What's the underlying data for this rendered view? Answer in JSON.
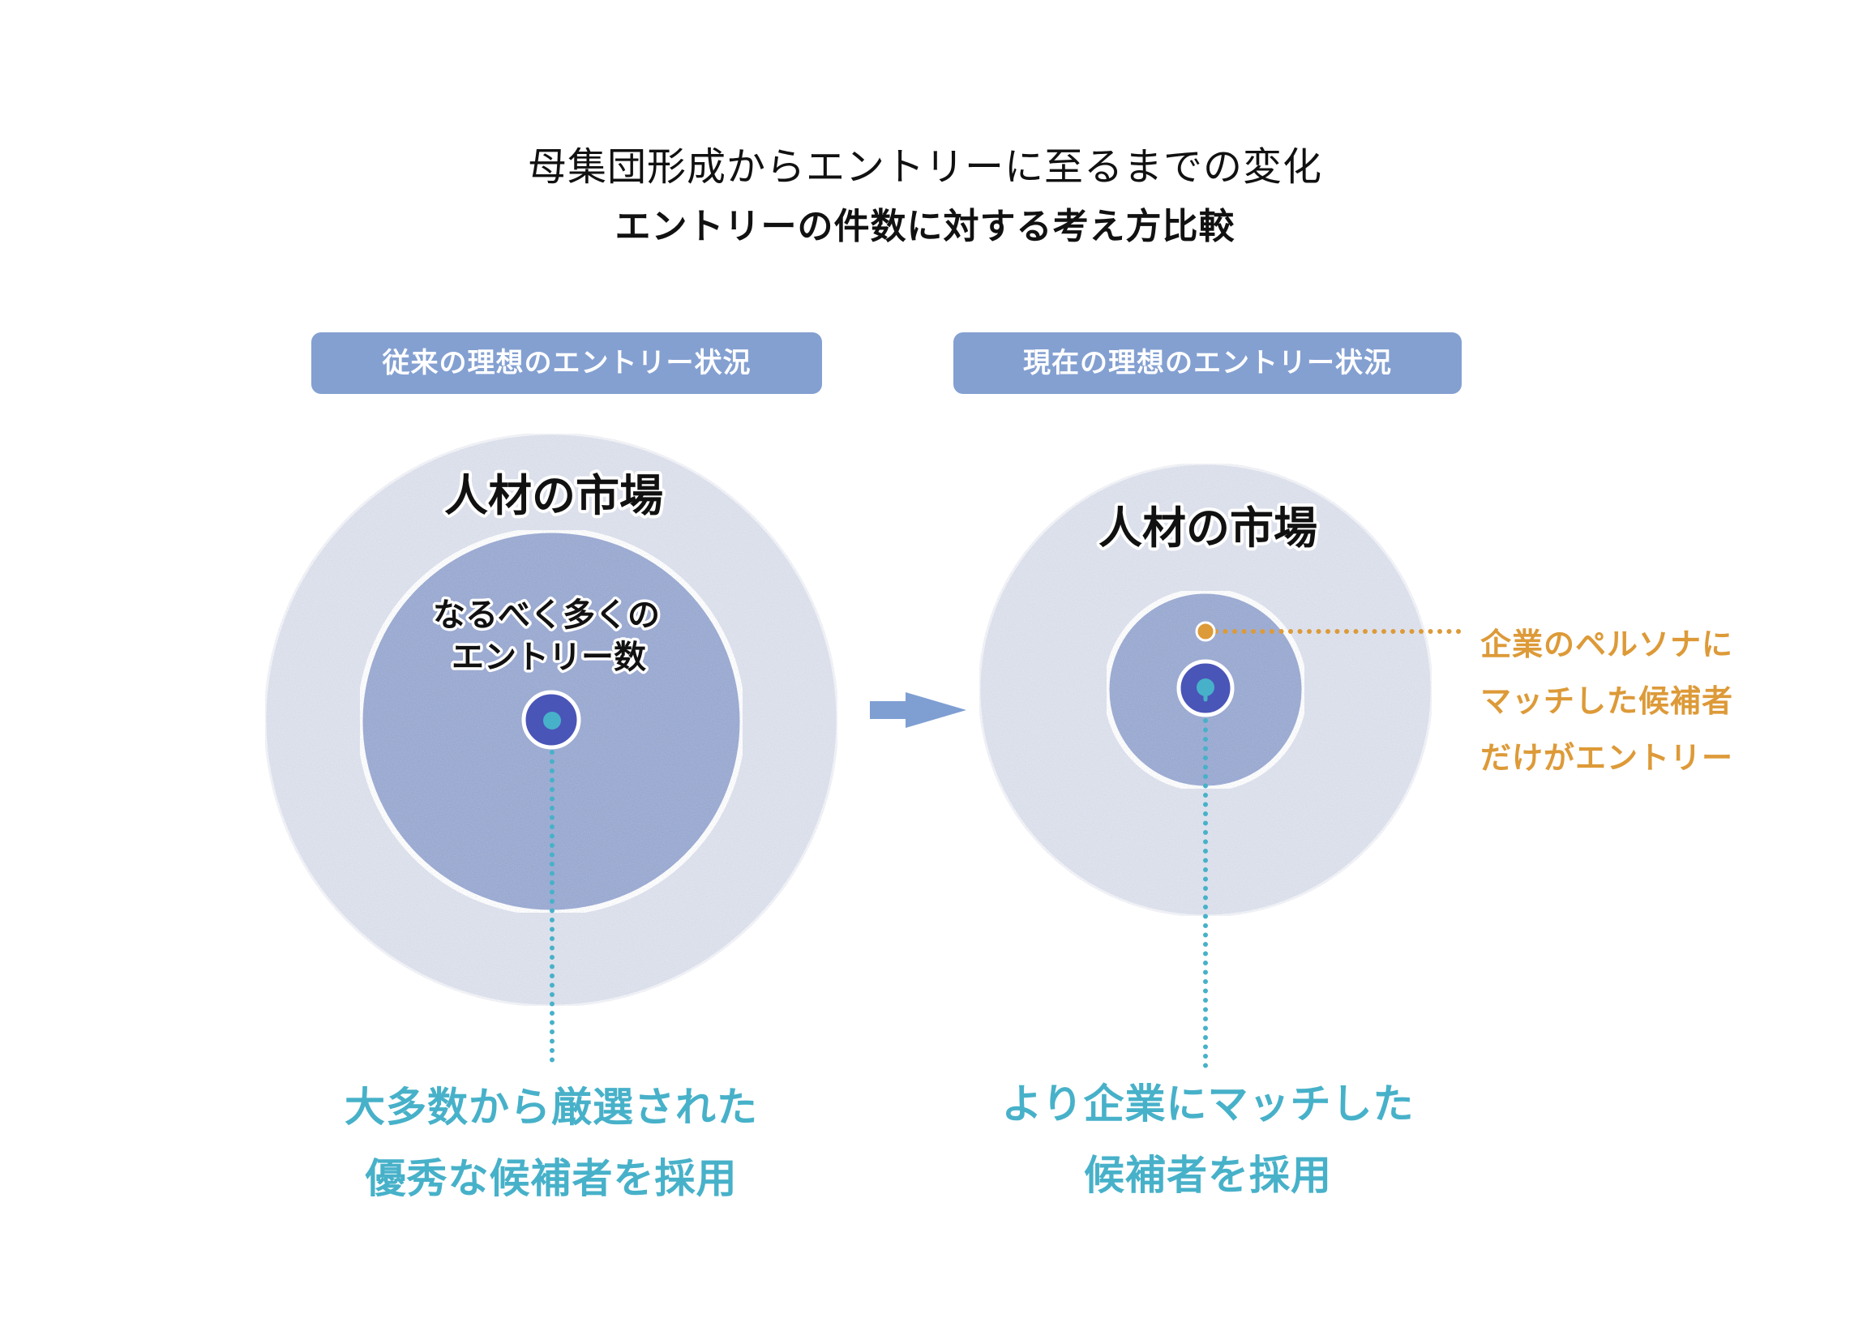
{
  "header": {
    "title": "母集団形成からエントリーに至るまでの変化",
    "subtitle": "エントリーの件数に対する考え方比較"
  },
  "colors": {
    "badge": "#84a0d1",
    "outer_circle": "#dfe3ee",
    "inner_circle": "#98a8d2",
    "core_circle": "#4a55b8",
    "teal": "#47b1c9",
    "orange": "#dd9a38",
    "arrow": "#7f9fd3"
  },
  "panels": [
    {
      "id": "traditional",
      "badge_label": "従来の理想のエントリー状況",
      "market_label": "人材の市場",
      "inner_label_lines": [
        "なるべく多くの",
        "エントリー数"
      ],
      "caption_lines": [
        "大多数から厳選された",
        "優秀な候補者を採用"
      ]
    },
    {
      "id": "current",
      "badge_label": "現在の理想のエントリー状況",
      "market_label": "人材の市場",
      "persona_note_lines": [
        "企業のペルソナに",
        "マッチした候補者",
        "だけがエントリー"
      ],
      "caption_lines": [
        "より企業にマッチした",
        "候補者を採用"
      ]
    }
  ],
  "icons": {
    "transition": "right-arrow-icon"
  }
}
